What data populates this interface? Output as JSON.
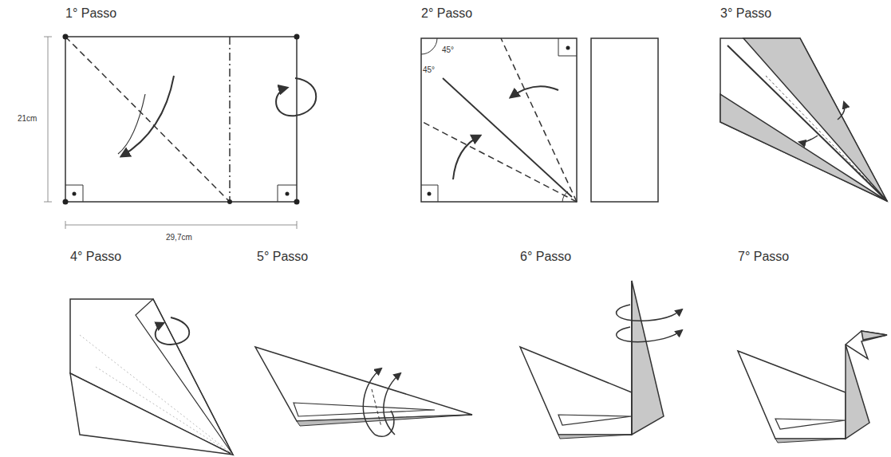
{
  "diagram": {
    "labels": [
      "1° Passo",
      "21cm",
      "29,7cm",
      "2° Passo",
      "45°",
      "45°",
      "3° Passo",
      "4° Passo",
      "5° Passo",
      "6° Passo",
      "7° Passo"
    ]
  }
}
